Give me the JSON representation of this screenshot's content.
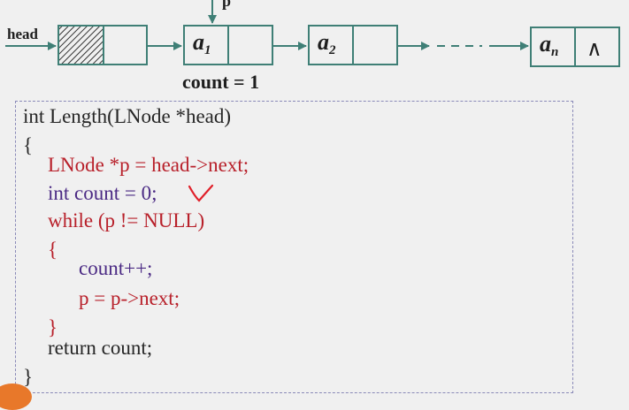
{
  "diagram": {
    "head_label": "head",
    "pointer_label": "p",
    "nodes": [
      {
        "label": "a",
        "subscript": "1"
      },
      {
        "label": "a",
        "subscript": "2"
      },
      {
        "label": "a",
        "subscript": "n"
      }
    ],
    "nil_symbol": "∧",
    "count_label": "count = 1"
  },
  "code": {
    "lines": [
      {
        "text": "int Length(LNode *head)",
        "color": "#262626"
      },
      {
        "text": "{",
        "color": "#262626"
      },
      {
        "text": "LNode *p = head->next;",
        "color": "#b8202a"
      },
      {
        "text": "int count = 0;",
        "color": "#4b2a84"
      },
      {
        "text": "while (p != NULL)",
        "color": "#b8202a"
      },
      {
        "text": "{",
        "color": "#b8202a"
      },
      {
        "text": "count++;",
        "color": "#4b2a84"
      },
      {
        "text": "p = p->next;",
        "color": "#b8202a"
      },
      {
        "text": "}",
        "color": "#b8202a"
      },
      {
        "text": "return count;",
        "color": "#262626"
      },
      {
        "text": "}",
        "color": "#262626"
      }
    ]
  },
  "colors": {
    "node_border": "#3f7f76",
    "arrow": "#3f7f76",
    "checkmark": "#e0202a",
    "background": "#f0f0f0"
  }
}
